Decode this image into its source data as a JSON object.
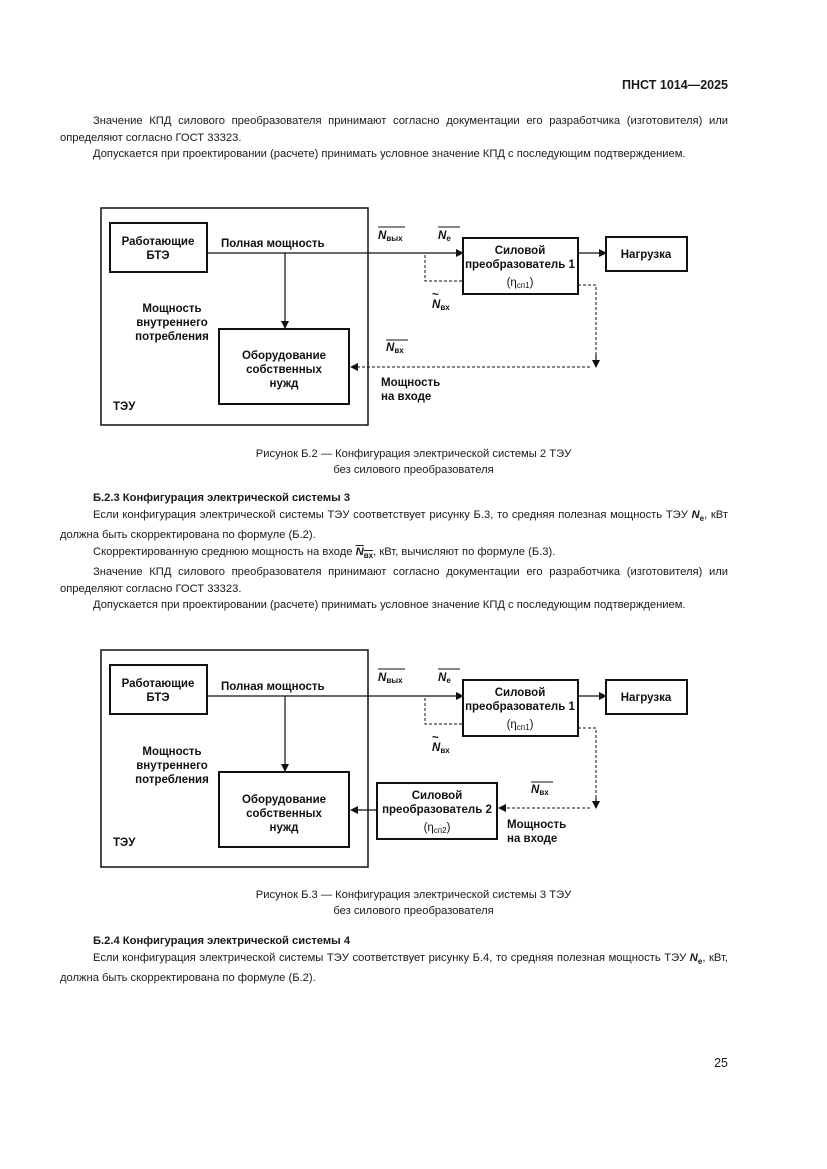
{
  "header": {
    "doc_code": "ПНСТ 1014—2025"
  },
  "top": {
    "p1": "Значение КПД силового преобразователя принимают согласно документации его разработчика (изготовителя) или определяют согласно ГОСТ 33323.",
    "p2": "Допускается при проектировании (расчете) принимать условное значение КПД с последующим подтверждением."
  },
  "fig2": {
    "box_btu": "Работающие\nБТЭ",
    "full_power": "Полная мощность",
    "internal_power": "Мощность\nвнутреннего\nпотребления",
    "own_needs": "Оборудование\nсобственных\nнужд",
    "teu": "ТЭУ",
    "converter1_l1": "Силовой",
    "converter1_l2": "преобразователь 1",
    "eta1": "(ηсп1)",
    "load": "Нагрузка",
    "n_out": "Nвых",
    "n_e": "Ne",
    "n_in_tilde": "Ñвх",
    "n_in": "Nвх",
    "input_power": "Мощность\nна входе",
    "caption_l1": "Рисунок Б.2 — Конфигурация электрической системы 2 ТЭУ",
    "caption_l2": "без силового преобразователя"
  },
  "section3": {
    "heading": "Б.2.3 Конфигурация электрической системы 3",
    "p1_a": "Если конфигурация электрической системы ТЭУ соответствует рисунку Б.3, то средняя полезная мощность ТЭУ ",
    "p1_sym": "Ne",
    "p1_b": ", кВт должна быть скорректирована по формуле (Б.2).",
    "p2_a": "Скорректированную среднюю мощность на входе ",
    "p2_sym": "Nвх",
    "p2_b": ", кВт, вычисляют по формуле (Б.3).",
    "p3": "Значение КПД силового преобразователя принимают согласно документации его разработчика (изготовителя) или определяют согласно ГОСТ 33323.",
    "p4": "Допускается при проектировании (расчете) принимать условное значение КПД с последующим подтверждением."
  },
  "fig3": {
    "box_btu": "Работающие\nБТЭ",
    "full_power": "Полная мощность",
    "internal_power": "Мощность\nвнутреннего\nпотребления",
    "own_needs": "Оборудование\nсобственных\nнужд",
    "teu": "ТЭУ",
    "converter1_l1": "Силовой",
    "converter1_l2": "преобразователь 1",
    "eta1": "(ηсп1)",
    "converter2_l1": "Силовой",
    "converter2_l2": "преобразователь 2",
    "eta2": "(ηсп2)",
    "load": "Нагрузка",
    "n_out": "Nвых",
    "n_e": "Ne",
    "n_in_tilde": "Ñвх",
    "n_in": "Nвх",
    "input_power": "Мощность\nна входе",
    "caption_l1": "Рисунок Б.3 — Конфигурация электрической системы 3 ТЭУ",
    "caption_l2": "без силового преобразователя"
  },
  "section4": {
    "heading": "Б.2.4 Конфигурация электрической системы 4",
    "p1_a": "Если конфигурация электрической системы ТЭУ соответствует рисунку Б.4, то средняя полезная мощность ТЭУ ",
    "p1_sym": "Ne",
    "p1_b": ", кВт, должна быть скорректирована по формуле (Б.2)."
  },
  "footer": {
    "page": "25"
  }
}
